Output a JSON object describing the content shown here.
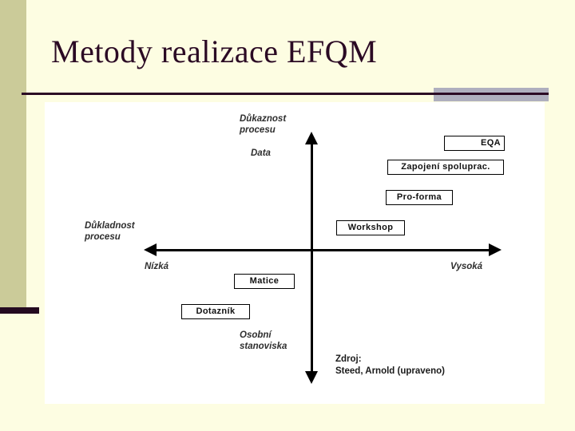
{
  "slide": {
    "title": "Metody realizace EFQM",
    "background_color": "#FDFDE2",
    "accent_color": "#2B0A24",
    "band_color": "#CBCB99",
    "rule_block_color": "#AFAFBE"
  },
  "diagram": {
    "panel_background": "#FFFFFF",
    "axes": {
      "vertical_top_label": "Důkaznost\nprocesu",
      "vertical_top_sublabel": "Data",
      "vertical_bottom_label": "Osobní\nstanoviska",
      "horizontal_label": "Důkladnost\nprocesu",
      "horizontal_left_label": "Nízká",
      "horizontal_right_label": "Vysoká"
    },
    "methods": [
      {
        "label": "EQA"
      },
      {
        "label": "Zapojení spoluprac."
      },
      {
        "label": "Pro-forma"
      },
      {
        "label": "Workshop"
      },
      {
        "label": "Matice"
      },
      {
        "label": "Dotazník"
      }
    ],
    "source": "Zdroj:\nSteed, Arnold (upraveno)"
  },
  "chart_data": {
    "type": "scatter",
    "title": "Metody realizace EFQM",
    "xlabel": "Důkladnost procesu",
    "ylabel": "Důkaznost procesu",
    "x_tick_labels": [
      "Nízká",
      "Vysoká"
    ],
    "y_axis_top_label": "Data",
    "y_axis_bottom_label": "Osobní stanoviska",
    "grid": false,
    "legend": "none",
    "annotations": [
      "Zdroj: Steed, Arnold (upraveno)"
    ],
    "points": [
      {
        "label": "EQA",
        "x": 0.92,
        "y": 0.86
      },
      {
        "label": "Zapojení spoluprac.",
        "x": 0.8,
        "y": 0.76
      },
      {
        "label": "Pro-forma",
        "x": 0.69,
        "y": 0.63
      },
      {
        "label": "Workshop",
        "x": 0.57,
        "y": 0.5
      },
      {
        "label": "Matice",
        "x": 0.33,
        "y": 0.28
      },
      {
        "label": "Dotazník",
        "x": 0.19,
        "y": 0.16
      }
    ]
  }
}
